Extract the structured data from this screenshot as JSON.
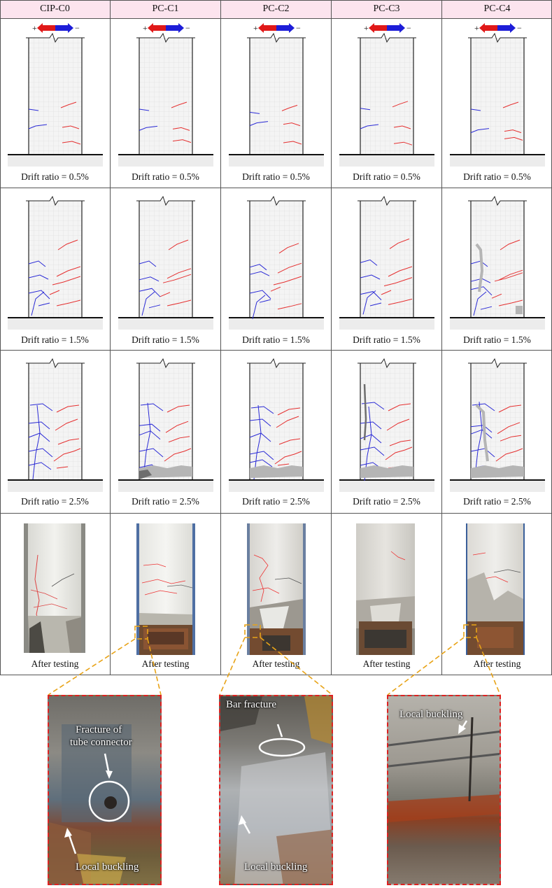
{
  "columns": [
    {
      "id": "cip-c0",
      "label": "CIP-C0"
    },
    {
      "id": "pc-c1",
      "label": "PC-C1"
    },
    {
      "id": "pc-c2",
      "label": "PC-C2"
    },
    {
      "id": "pc-c3",
      "label": "PC-C3"
    },
    {
      "id": "pc-c4",
      "label": "PC-C4"
    }
  ],
  "loading_arrow": {
    "plus": "+",
    "minus": "−",
    "push_color": "#e01818",
    "pull_color": "#1d1dd8"
  },
  "rows": [
    {
      "caption": "Drift ratio = 0.5%"
    },
    {
      "caption": "Drift ratio = 1.5%"
    },
    {
      "caption": "Drift ratio = 2.5%"
    },
    {
      "caption": "After testing"
    }
  ],
  "crack_colors": {
    "push_side": "#e53030",
    "pull_side": "#2b2bd6",
    "spalling": "#b5b5b5"
  },
  "details": [
    {
      "id": "pc-c1-detail",
      "labels": [
        "Fracture of",
        "tube connector",
        "Local buckling"
      ]
    },
    {
      "id": "pc-c2-detail",
      "labels": [
        "Bar fracture",
        "Local buckling"
      ]
    },
    {
      "id": "pc-c4-detail",
      "labels": [
        "Local buckling"
      ]
    }
  ],
  "colors": {
    "header_bg": "#fce4ee",
    "callout_border": "#d22222",
    "leader_line": "#e8a317",
    "grid_line": "#555555"
  }
}
